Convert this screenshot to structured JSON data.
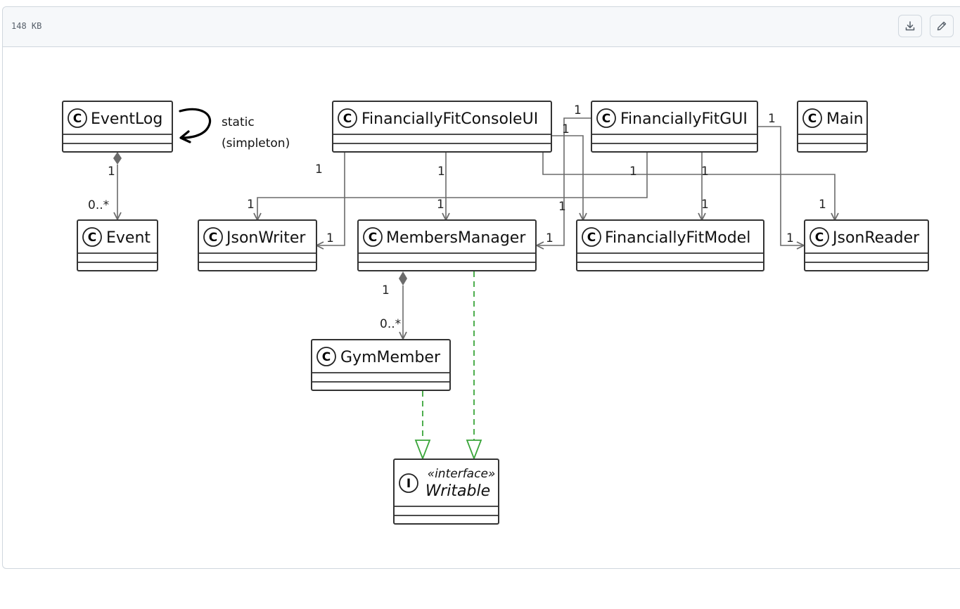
{
  "header": {
    "file_size": "148 KB",
    "download_icon": "download-icon",
    "edit_icon": "pencil-icon"
  },
  "diagram": {
    "note": [
      "static",
      "(simpleton)"
    ],
    "classes": {
      "eventlog": "EventLog",
      "consoleui": "FinanciallyFitConsoleUI",
      "gui": "FinanciallyFitGUI",
      "main": "Main",
      "event": "Event",
      "jsonwriter": "JsonWriter",
      "membersmanager": "MembersManager",
      "model": "FinanciallyFitModel",
      "jsonreader": "JsonReader",
      "gymmember": "GymMember"
    },
    "interface": {
      "stereotype": "«interface»",
      "name": "Writable"
    },
    "class_glyph": "C",
    "interface_glyph": "I",
    "multiplicities": {
      "one": "1",
      "many": "0..*"
    },
    "colors": {
      "line": "#6b6b6b",
      "realization": "#3aa53a",
      "box": "#333333"
    }
  }
}
